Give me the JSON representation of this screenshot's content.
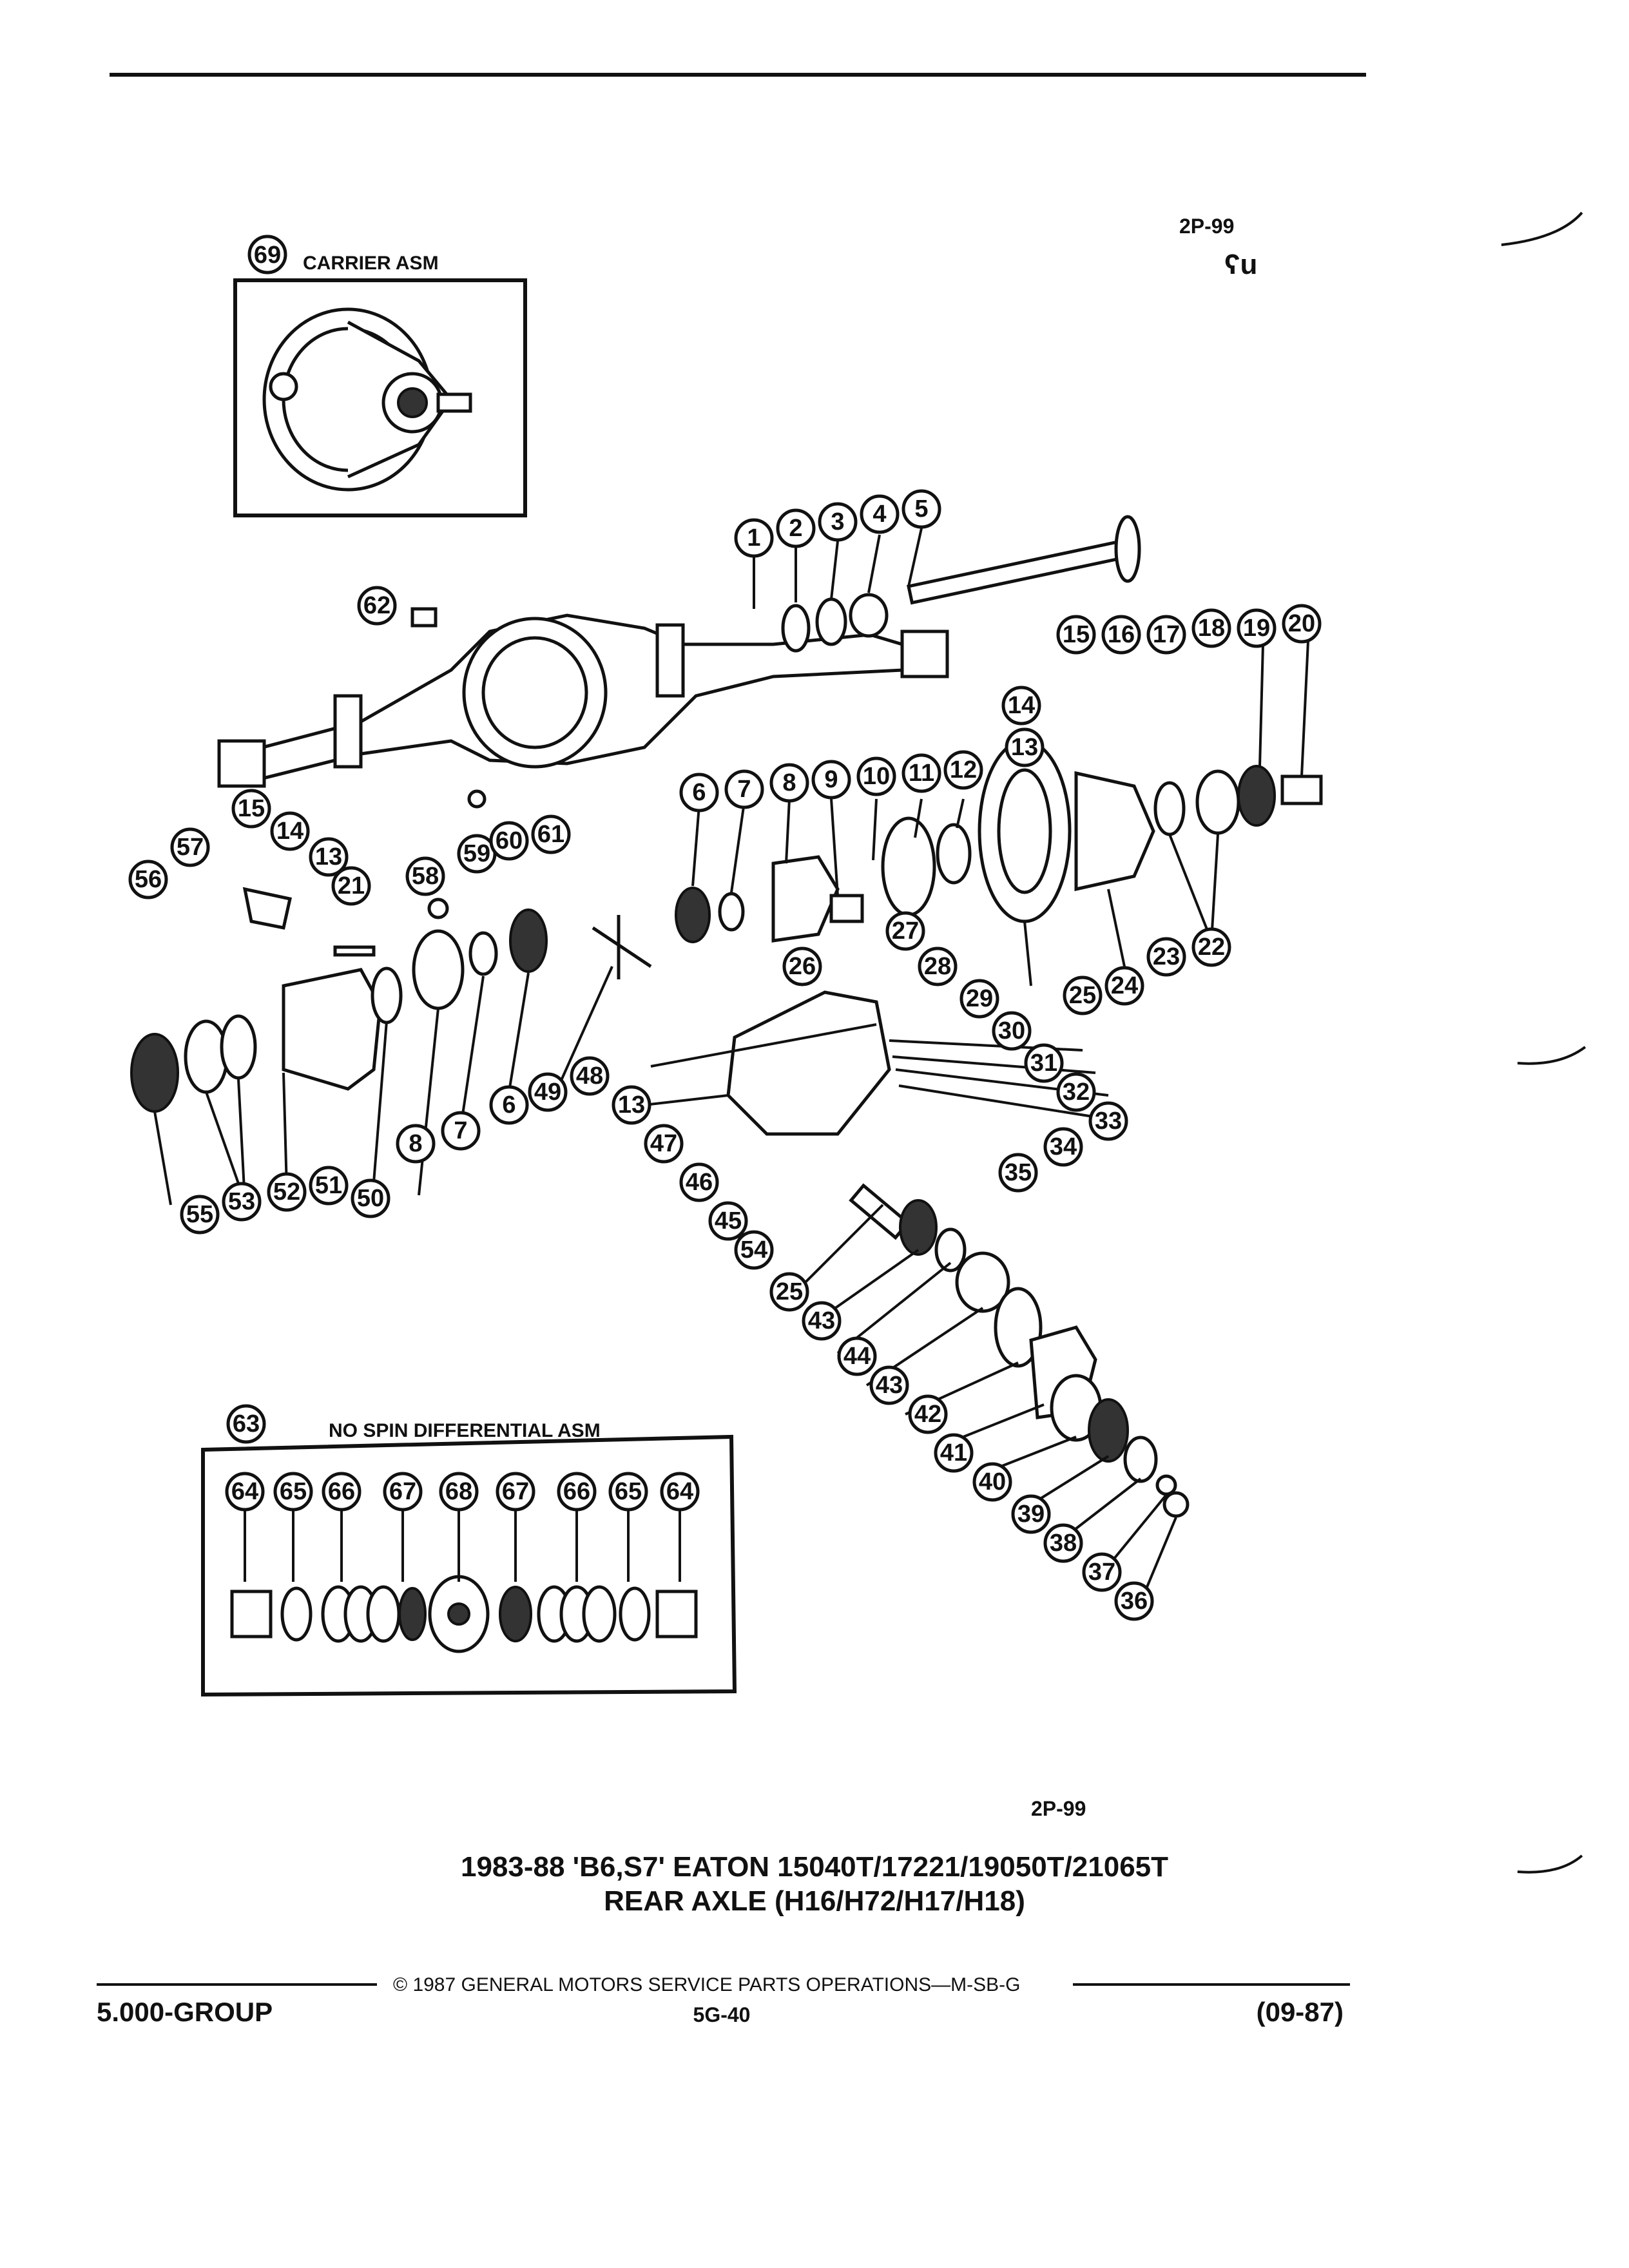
{
  "header": {
    "ref_code_top": "2P-99",
    "ref_glyph": "ʕu"
  },
  "carrier_box": {
    "number": "69",
    "label": "CARRIER ASM"
  },
  "no_spin_box": {
    "number": "63",
    "label": "NO SPIN DIFFERENTIAL ASM",
    "callouts": [
      "64",
      "65",
      "66",
      "67",
      "68",
      "67",
      "66",
      "65",
      "64"
    ]
  },
  "callouts": [
    "1",
    "2",
    "3",
    "4",
    "5",
    "6",
    "7",
    "8",
    "9",
    "10",
    "11",
    "12",
    "13",
    "14",
    "15",
    "16",
    "17",
    "18",
    "19",
    "20",
    "21",
    "22",
    "23",
    "24",
    "25",
    "26",
    "27",
    "28",
    "29",
    "30",
    "31",
    "32",
    "33",
    "34",
    "35",
    "36",
    "37",
    "38",
    "39",
    "40",
    "41",
    "42",
    "43",
    "44",
    "45",
    "46",
    "47",
    "48",
    "49",
    "50",
    "51",
    "52",
    "53",
    "54",
    "55",
    "56",
    "57",
    "58",
    "59",
    "60",
    "61",
    "62",
    "6",
    "7",
    "8",
    "13",
    "14",
    "15",
    "13",
    "25",
    "43"
  ],
  "footer": {
    "ref_code_bottom": "2P-99",
    "title_line1": "1983-88 'B6,S7' EATON 15040T/17221/19050T/21065T",
    "title_line2": "REAR AXLE (H16/H72/H17/H18)",
    "copyright": "© 1987 GENERAL MOTORS SERVICE PARTS OPERATIONS—M-SB-G",
    "group": "5.000-GROUP",
    "page": "5G-40",
    "date": "(09-87)"
  }
}
